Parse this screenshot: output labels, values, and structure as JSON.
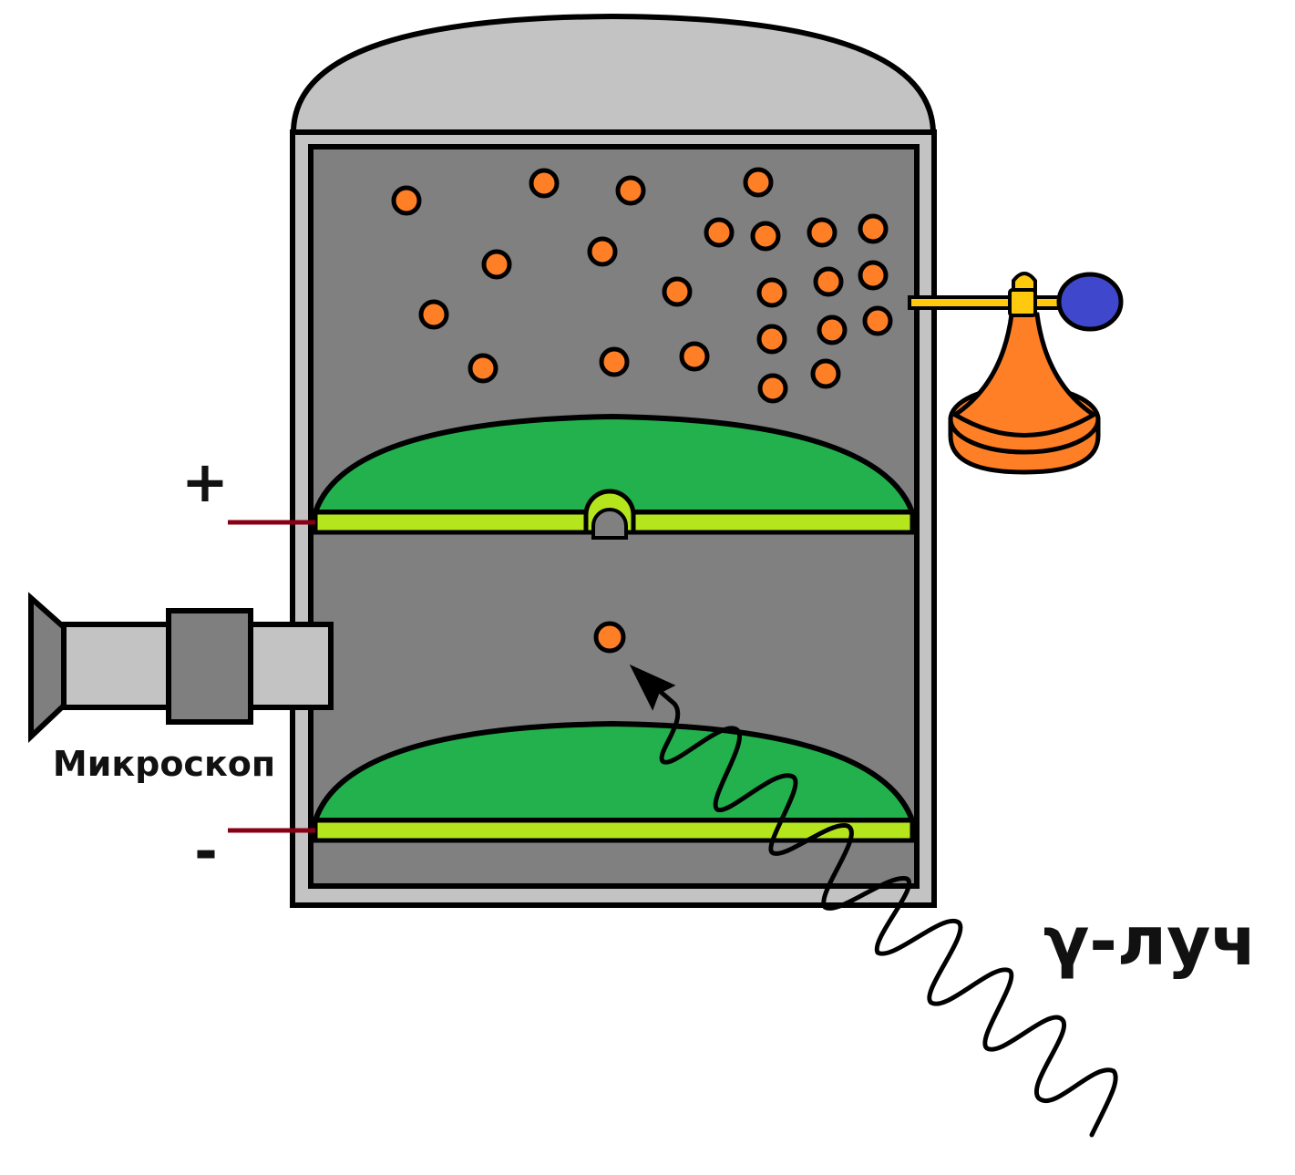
{
  "labels": {
    "plus": "+",
    "minus": "-",
    "microscope": "Микроскоп",
    "ray": "γ-луч"
  },
  "colors": {
    "outline": "#000000",
    "chamber_inner": "#808080",
    "chamber_wall": "#c3c3c3",
    "plate_fill": "#22b14c",
    "plate_strip": "#b5e61d",
    "droplet": "#ff7f27",
    "sprayer_body": "#ff7f27",
    "sprayer_fitting": "#ffc90e",
    "sprayer_bulb": "#3f48cc",
    "electrode_lead": "#880015",
    "microscope_body": "#c3c3c3",
    "microscope_dark": "#7f7f7f"
  },
  "icons": {
    "microscope": "microscope-icon",
    "sprayer": "atomizer-icon",
    "ray": "gamma-ray-wave",
    "droplet": "oil-droplet"
  }
}
